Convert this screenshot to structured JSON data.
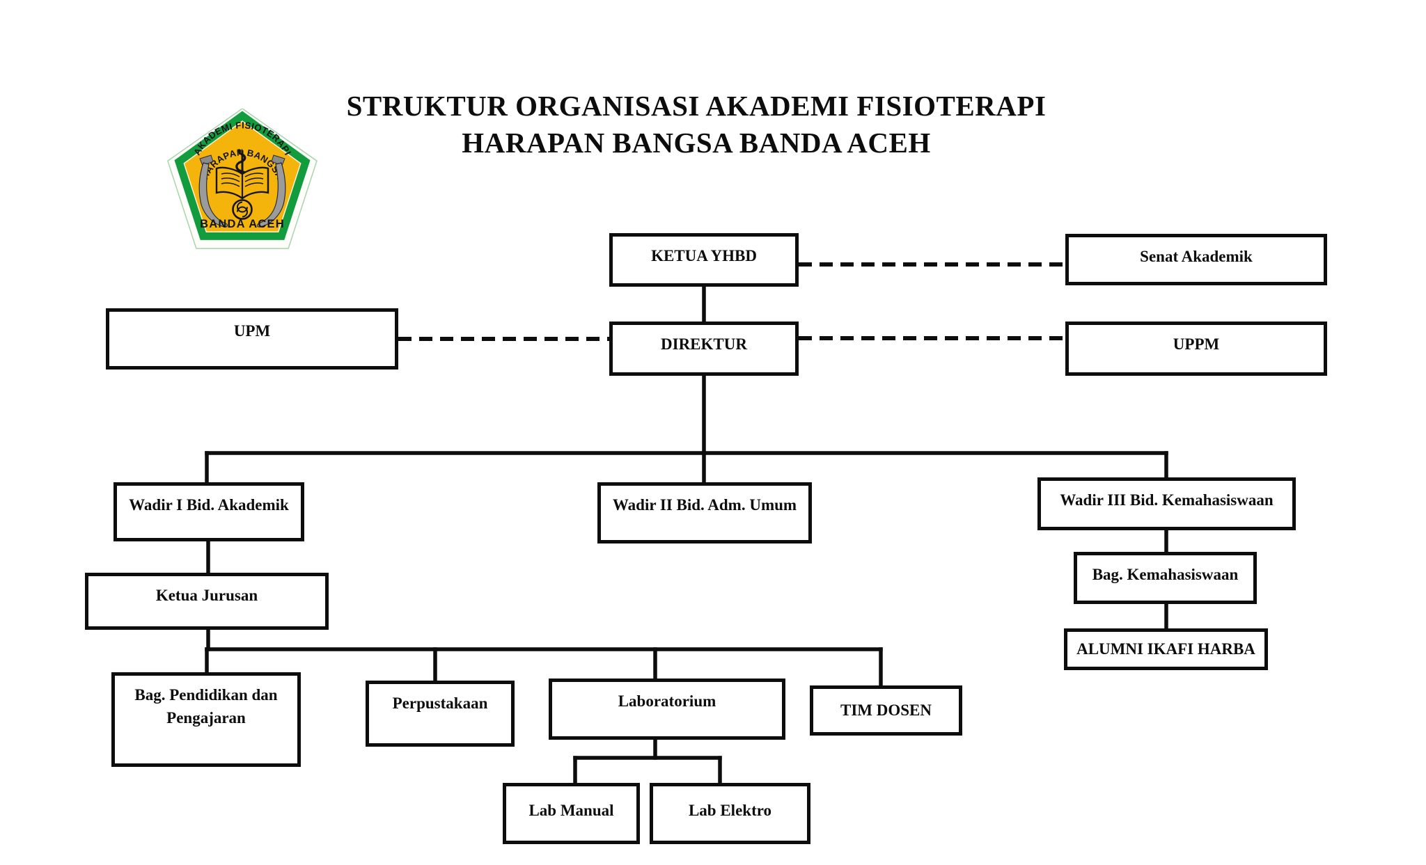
{
  "title": {
    "line1": "STRUKTUR ORGANISASI AKADEMI FISIOTERAPI",
    "line2": "HARAPAN BANGSA BANDA ACEH"
  },
  "logo": {
    "arc_text_top": "AKADEMI FISIOTERAPI",
    "arc_text_middle": "HARAPAN BANGSA",
    "bottom_text": "BANDA ACEH",
    "colors": {
      "border_green": "#129C3D",
      "field_yellow": "#F4B40B",
      "line_black": "#151515",
      "dagger_gray": "#9B9B9B"
    }
  },
  "org": {
    "ketua_yhbd": {
      "label": "KETUA YHBD"
    },
    "senat_akademik": {
      "label": "Senat Akademik"
    },
    "upm": {
      "label": "UPM"
    },
    "direktur": {
      "label": "DIREKTUR"
    },
    "uppm": {
      "label": "UPPM"
    },
    "wadir1": {
      "label": "Wadir I Bid. Akademik"
    },
    "wadir2": {
      "label": "Wadir II Bid. Adm. Umum"
    },
    "wadir3": {
      "label": "Wadir III Bid. Kemahasiswaan"
    },
    "bag_kemahasiswaan": {
      "label": "Bag. Kemahasiswaan"
    },
    "alumni": {
      "label": "ALUMNI IKAFI HARBA"
    },
    "ketua_jurusan": {
      "label": "Ketua Jurusan"
    },
    "bag_pendidikan": {
      "label": "Bag. Pendidikan dan Pengajaran"
    },
    "perpustakaan": {
      "label": "Perpustakaan"
    },
    "laboratorium": {
      "label": "Laboratorium"
    },
    "tim_dosen": {
      "label": "TIM DOSEN"
    },
    "lab_manual": {
      "label": "Lab Manual"
    },
    "lab_elektro": {
      "label": "Lab Elektro"
    }
  }
}
